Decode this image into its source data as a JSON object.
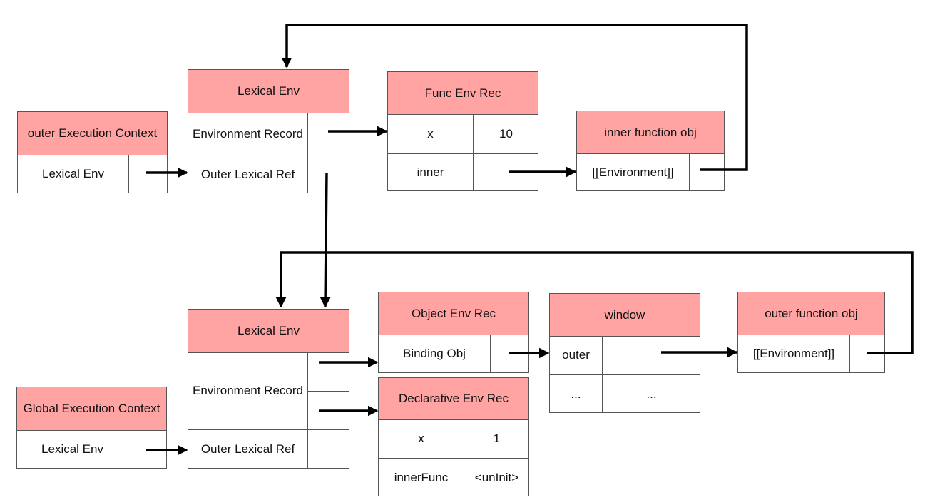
{
  "outer_ec": {
    "title": "outer Execution Context",
    "lexical_env": "Lexical Env"
  },
  "lex_env_1": {
    "title": "Lexical Env",
    "env_record": "Environment Record",
    "outer_ref": "Outer Lexical Ref"
  },
  "func_env_rec": {
    "title": "Func Env Rec",
    "row1_key": "x",
    "row1_val": "10",
    "row2_key": "inner"
  },
  "inner_fn_obj": {
    "title": "inner function obj",
    "env": "[[Environment]]"
  },
  "global_ec": {
    "title": "Global Execution Context",
    "lexical_env": "Lexical Env"
  },
  "lex_env_2": {
    "title": "Lexical Env",
    "env_record": "Environment Record",
    "outer_ref": "Outer Lexical Ref"
  },
  "object_env_rec": {
    "title": "Object Env Rec",
    "binding": "Binding Obj"
  },
  "declarative_env_rec": {
    "title": "Declarative Env Rec",
    "row1_key": "x",
    "row1_val": "1",
    "row2_key": "innerFunc",
    "row2_val": "<unInit>"
  },
  "window_obj": {
    "title": "window",
    "row1_key": "outer",
    "row2_key": "...",
    "row2_val": "..."
  },
  "outer_fn_obj": {
    "title": "outer function obj",
    "env": "[[Environment]]"
  }
}
